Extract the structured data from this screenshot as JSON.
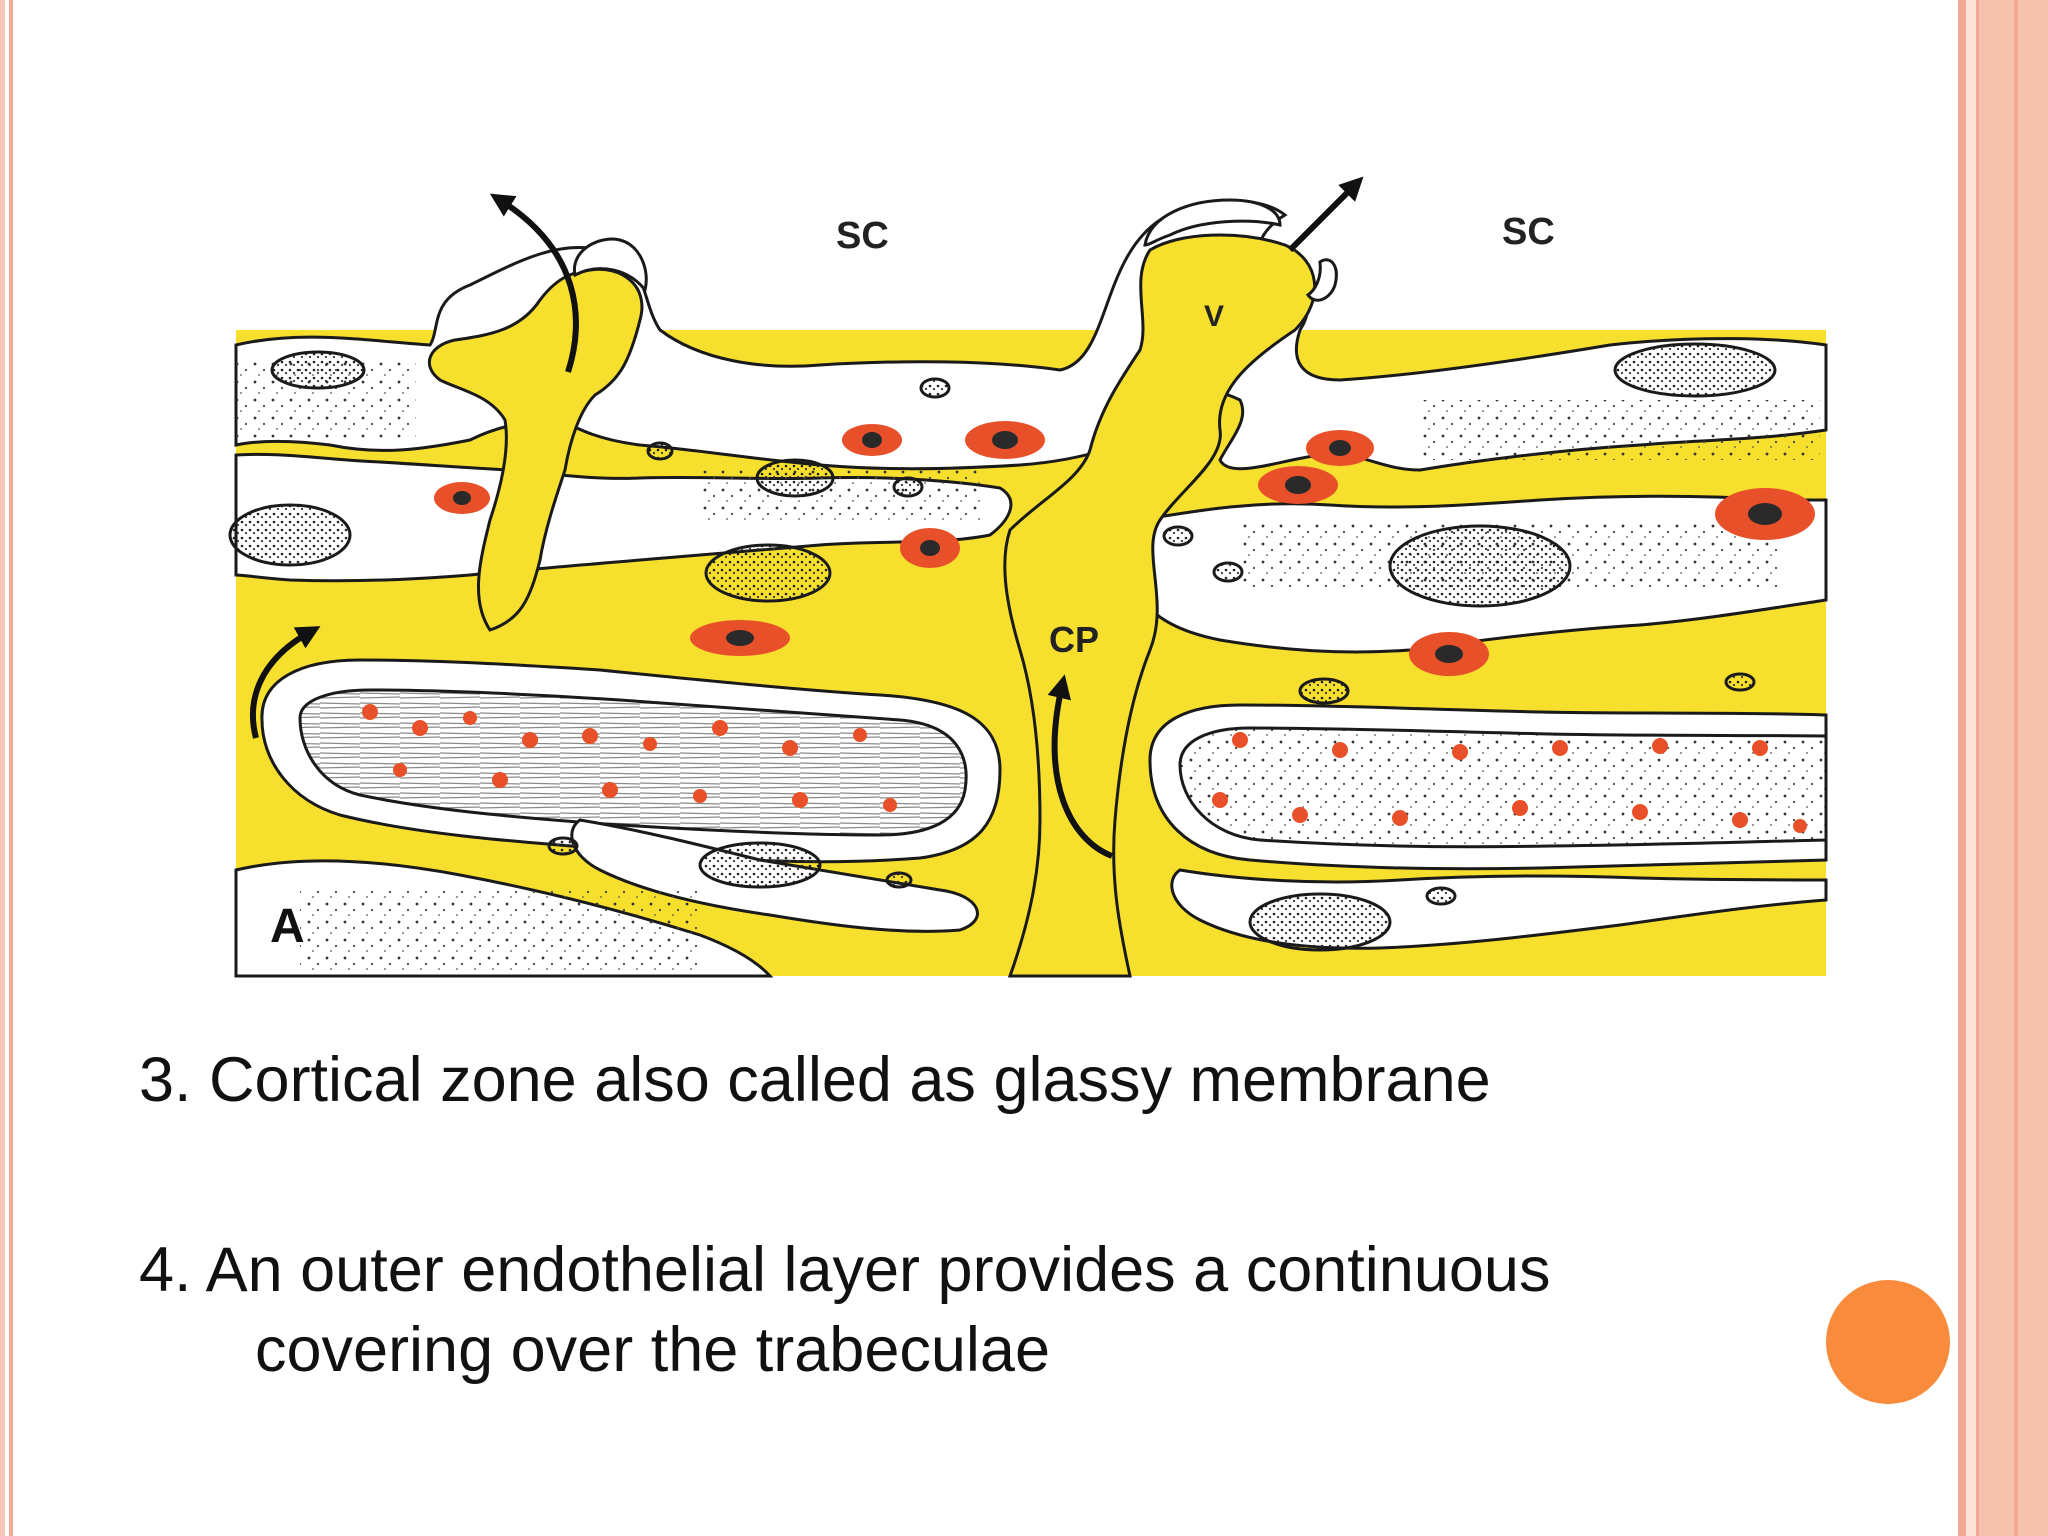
{
  "slide": {
    "colors": {
      "background": "#ffffff",
      "border_light": "#f6c8b8",
      "border_mid": "#f2a994",
      "accent_orange": "#f98b3d",
      "tissue_yellow": "#f7df2e",
      "nucleus_red": "#e8502a",
      "outline": "#1a1a1a"
    },
    "diagram": {
      "labels": {
        "sc_left": "SC",
        "sc_right": "SC",
        "v": "V",
        "cp": "CP",
        "a": "A"
      },
      "icons": [
        "arrow-icon"
      ]
    },
    "bullets": {
      "item3": "3. Cortical zone also called as glassy membrane",
      "item4_line1": "4. An outer endothelial layer provides a continuous",
      "item4_line2": "covering over the trabeculae"
    },
    "decor": {
      "accent_dot": "orange-circle"
    }
  }
}
